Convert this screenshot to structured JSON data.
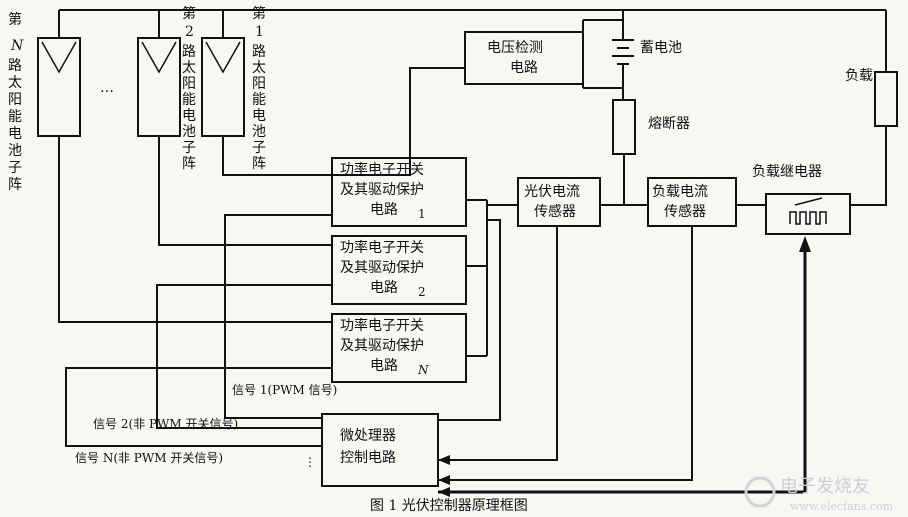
{
  "panels": {
    "n": {
      "ordinal": "第",
      "index": "N",
      "rest": [
        "路",
        "太",
        "阳",
        "能",
        "电",
        "池",
        "子",
        "阵"
      ]
    },
    "two": {
      "ordinal": "第",
      "index": "2",
      "rest": [
        "路",
        "太",
        "阳",
        "能",
        "电",
        "池",
        "子",
        "阵"
      ]
    },
    "one": {
      "ordinal": "第",
      "index": "1",
      "rest": [
        "路",
        "太",
        "阳",
        "能",
        "电",
        "池",
        "子",
        "阵"
      ]
    },
    "ellipsis": "…"
  },
  "blocks": {
    "voltage_detect": [
      "电压检测",
      "电路"
    ],
    "battery": "蓄电池",
    "fuse": "熔断器",
    "load": "负载",
    "pv_sensor": [
      "光伏电流",
      "传感器"
    ],
    "load_sensor": [
      "负载电流",
      "传感器"
    ],
    "load_relay": "负载继电器",
    "driver1": [
      "功率电子开关",
      "及其驱动保护",
      "电路",
      "1"
    ],
    "driver2": [
      "功率电子开关",
      "及其驱动保护",
      "电路",
      "2"
    ],
    "driverN": [
      "功率电子开关",
      "及其驱动保护",
      "电路",
      "N"
    ],
    "mcu": [
      "微处理器",
      "控制电路"
    ]
  },
  "signals": {
    "s1": "信号 1(PWM 信号)",
    "s2": "信号 2(非 PWM 开关信号)",
    "sN": "信号 N(非 PWM 开关信号)",
    "dots": "⋮"
  },
  "caption": "图 1  光伏控制器原理框图",
  "watermark": "电子发烧友",
  "watermark_url": "www.elecfans.com"
}
